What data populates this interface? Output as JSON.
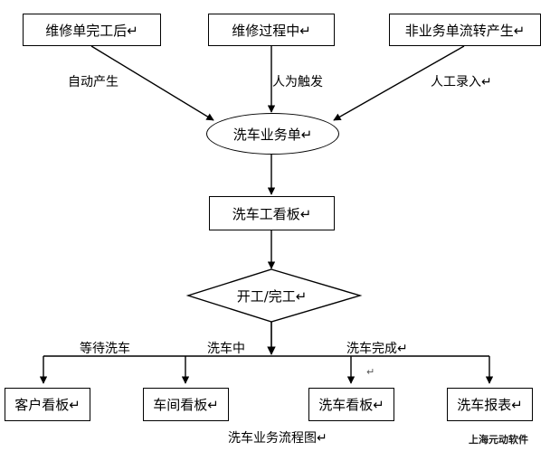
{
  "diagram": {
    "title": "洗车业务流程图↵",
    "watermark": "上海元动软件",
    "stray_mark": "↵",
    "nodes": {
      "source_1": {
        "label": "维修单完工后↵",
        "shape": "rectangle"
      },
      "source_2": {
        "label": "维修过程中↵",
        "shape": "rectangle"
      },
      "source_3": {
        "label": "非业务单流转产生↵",
        "shape": "rectangle"
      },
      "business_order": {
        "label": "洗车业务单↵",
        "shape": "ellipse"
      },
      "worker_board": {
        "label": "洗车工看板↵",
        "shape": "rectangle"
      },
      "decision": {
        "label": "开工/完工↵",
        "shape": "diamond"
      },
      "out_1": {
        "label": "客户看板↵",
        "shape": "rectangle"
      },
      "out_2": {
        "label": "车间看板↵",
        "shape": "rectangle"
      },
      "out_3": {
        "label": "洗车看板↵",
        "shape": "rectangle"
      },
      "out_4": {
        "label": "洗车报表↵",
        "shape": "rectangle"
      }
    },
    "edge_labels": {
      "auto_generate": "自动产生",
      "manual_trigger": "人为触发",
      "manual_entry": "人工录入↵",
      "waiting_wash": "等待洗车",
      "washing": "洗车中",
      "wash_done": "洗车完成↵"
    },
    "colors": {
      "stroke": "#000000",
      "fill": "#ffffff",
      "text": "#000000"
    }
  }
}
